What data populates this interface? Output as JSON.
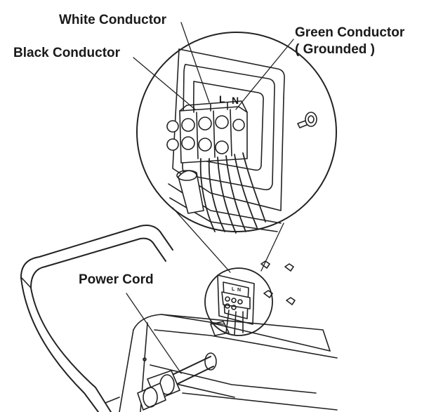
{
  "labels": {
    "white_conductor": "White Conductor",
    "black_conductor": "Black Conductor",
    "green_conductor": "Green Conductor",
    "grounded": "( Grounded )",
    "power_cord": "Power Cord"
  },
  "terminal_marks": {
    "line": "L",
    "neutral": "N",
    "small_line": "L",
    "small_neutral": "N"
  }
}
